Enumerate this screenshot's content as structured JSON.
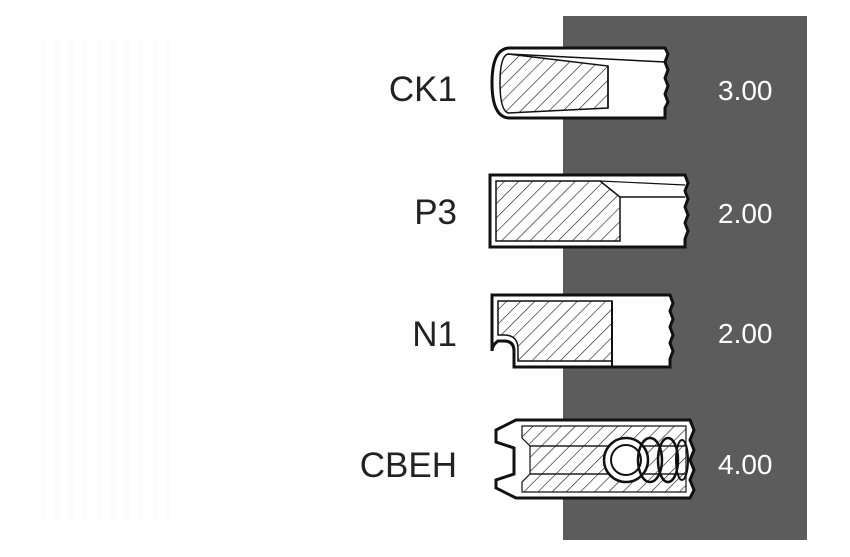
{
  "rings": [
    {
      "label": "CK1",
      "value": "3.00",
      "icon": "compression-ring-ck1-icon"
    },
    {
      "label": "P3",
      "value": "2.00",
      "icon": "compression-ring-p3-icon"
    },
    {
      "label": "N1",
      "value": "2.00",
      "icon": "scraper-ring-n1-icon"
    },
    {
      "label": "CBEH",
      "value": "4.00",
      "icon": "oil-ring-cbeh-icon"
    }
  ],
  "colors": {
    "panel": "#5c5c5c",
    "ink": "#111111",
    "label_text": "#222222",
    "value_text": "#ffffff"
  }
}
